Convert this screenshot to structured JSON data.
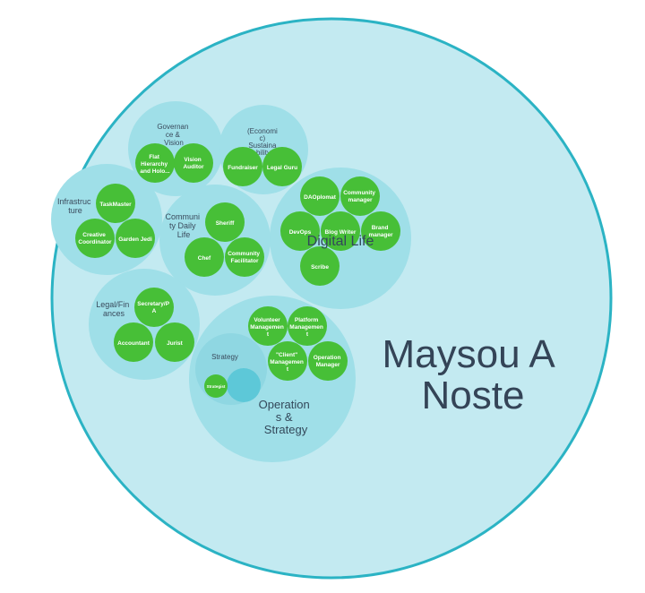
{
  "title_lines": [
    "Maysou A",
    "Noste"
  ],
  "colors": {
    "outer_fill": "#c3eaf1",
    "outer_stroke": "#2bb3c4",
    "group_fill": "#9fdfe8",
    "role_fill": "#47bf37",
    "title_color": "#344457"
  },
  "groups": {
    "governance": {
      "label_lines": [
        "Governan",
        "ce &",
        "Vision"
      ]
    },
    "economic": {
      "label_lines": [
        "(Economi",
        "c)",
        "Sustaina",
        "bility"
      ]
    },
    "infrastructure": {
      "label_lines": [
        "Infrastruc",
        "ture"
      ]
    },
    "community": {
      "label_lines": [
        "Communi",
        "ty Daily",
        "Life"
      ]
    },
    "digital": {
      "label_lines": [
        "Digital Life"
      ]
    },
    "legal": {
      "label_lines": [
        "Legal/Fin",
        "ances"
      ]
    },
    "operations": {
      "label_lines": [
        "Operation",
        "s &",
        "Strategy"
      ]
    },
    "strategy": {
      "label_lines": [
        "Strategy"
      ]
    }
  },
  "roles": {
    "flat_hierarchy": [
      "Flat",
      "Hierarchy",
      "and Holo..."
    ],
    "vision_auditor": [
      "Vision",
      "Auditor"
    ],
    "fundraiser": [
      "Fundraiser"
    ],
    "legal_guru": [
      "Legal Guru"
    ],
    "taskmaster": [
      "TaskMaster"
    ],
    "creative_coordinator": [
      "Creative",
      "Coordinator"
    ],
    "garden_jedi": [
      "Garden Jedi"
    ],
    "sheriff": [
      "Sheriff"
    ],
    "chef": [
      "Chef"
    ],
    "community_facilitator": [
      "Community",
      "Facilitator"
    ],
    "daoplomat": [
      "DAOplomat"
    ],
    "community_manager": [
      "Community",
      "manager"
    ],
    "devops": [
      "DevOps"
    ],
    "blog_writer": [
      "Blog Writer"
    ],
    "brand_manager": [
      "Brand",
      "manager"
    ],
    "scribe": [
      "Scribe"
    ],
    "secretary_pa": [
      "Secretary/P",
      "A"
    ],
    "accountant": [
      "Accountant"
    ],
    "jurist": [
      "Jurist"
    ],
    "volunteer_management": [
      "Volunteer",
      "Managemen",
      "t"
    ],
    "platform_management": [
      "Platform",
      "Managemen",
      "t"
    ],
    "client_management": [
      "\"Client\"",
      "Managemen",
      "t"
    ],
    "operation_manager": [
      "Operation",
      "Manager"
    ],
    "strategist": [
      "Strategist"
    ]
  }
}
